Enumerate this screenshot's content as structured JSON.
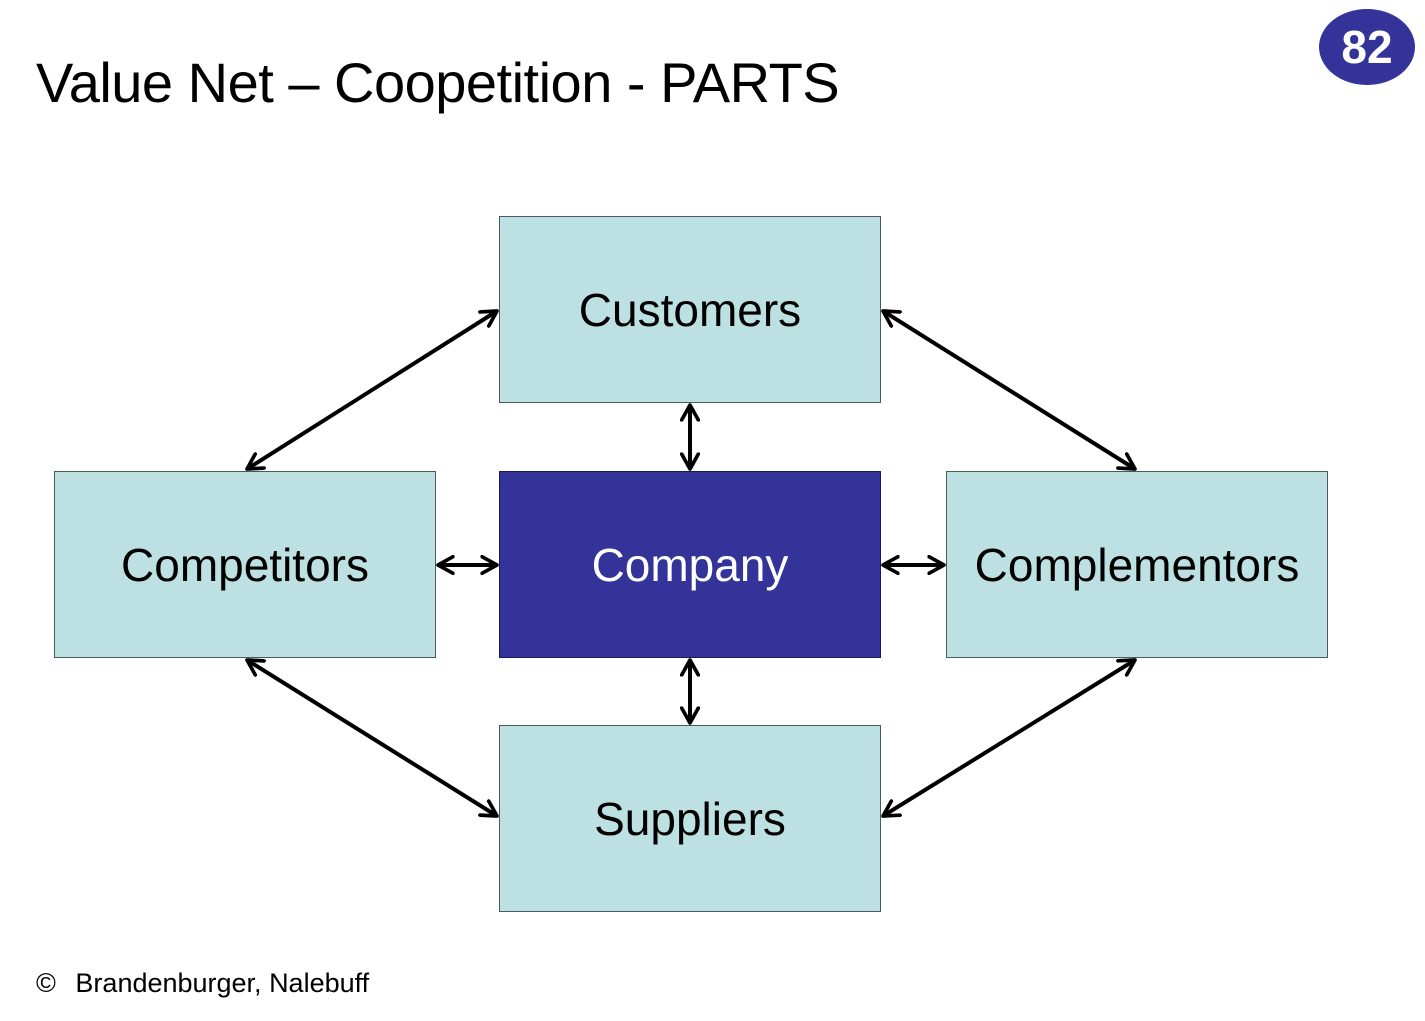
{
  "slide": {
    "title": "Value Net – Coopetition - PARTS",
    "page_number": "82",
    "footer": {
      "copyright_symbol": "©",
      "text": "Brandenburger, Nalebuff"
    }
  },
  "diagram": {
    "nodes": [
      {
        "id": "customers",
        "label": "Customers"
      },
      {
        "id": "competitors",
        "label": "Competitors"
      },
      {
        "id": "company",
        "label": "Company"
      },
      {
        "id": "complementors",
        "label": "Complementors"
      },
      {
        "id": "suppliers",
        "label": "Suppliers"
      }
    ],
    "edges": [
      {
        "from": "customers",
        "to": "company",
        "type": "bidirectional"
      },
      {
        "from": "company",
        "to": "suppliers",
        "type": "bidirectional"
      },
      {
        "from": "competitors",
        "to": "company",
        "type": "bidirectional"
      },
      {
        "from": "company",
        "to": "complementors",
        "type": "bidirectional"
      },
      {
        "from": "customers",
        "to": "competitors",
        "type": "bidirectional"
      },
      {
        "from": "customers",
        "to": "complementors",
        "type": "bidirectional"
      },
      {
        "from": "competitors",
        "to": "suppliers",
        "type": "bidirectional"
      },
      {
        "from": "complementors",
        "to": "suppliers",
        "type": "bidirectional"
      }
    ],
    "colors": {
      "node_fill": "#bde0e2",
      "company_fill": "#333399",
      "badge_fill": "#333399",
      "arrow": "#000000"
    }
  }
}
